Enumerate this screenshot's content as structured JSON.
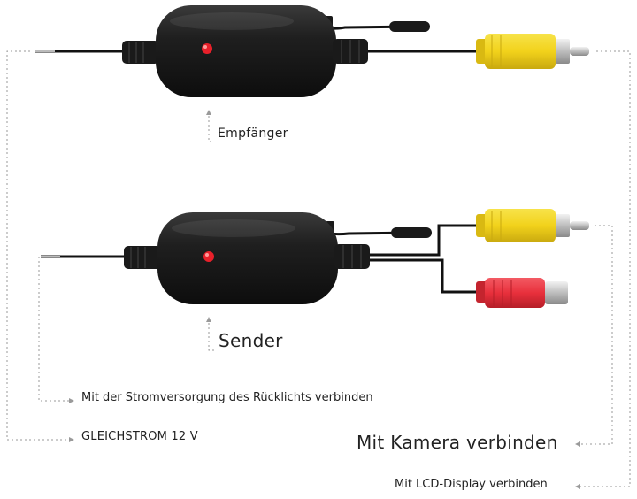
{
  "diagram": {
    "labels": {
      "receiver": "Empfänger",
      "transmitter": "Sender",
      "reverse_light_power": "Mit der Stromversorgung des Rücklichts verbinden",
      "dc_12v": "GLEICHSTROM 12 V",
      "connect_camera": "Mit Kamera verbinden",
      "connect_lcd": "Mit LCD-Display verbinden"
    },
    "components": [
      {
        "id": "receiver-module",
        "name": "receiver",
        "led_color": "#e8202a"
      },
      {
        "id": "transmitter-module",
        "name": "transmitter",
        "led_color": "#e8202a"
      },
      {
        "id": "yellow-rca-top",
        "color": "#f2d21b"
      },
      {
        "id": "yellow-rca-bottom",
        "color": "#f2d21b"
      },
      {
        "id": "red-dc-plug",
        "color": "#e8303c"
      }
    ],
    "colors": {
      "module_body": "#1c1c1c",
      "cable": "#111111",
      "leader_line": "#9a9a9a",
      "metal": "#c8c8c8"
    }
  }
}
